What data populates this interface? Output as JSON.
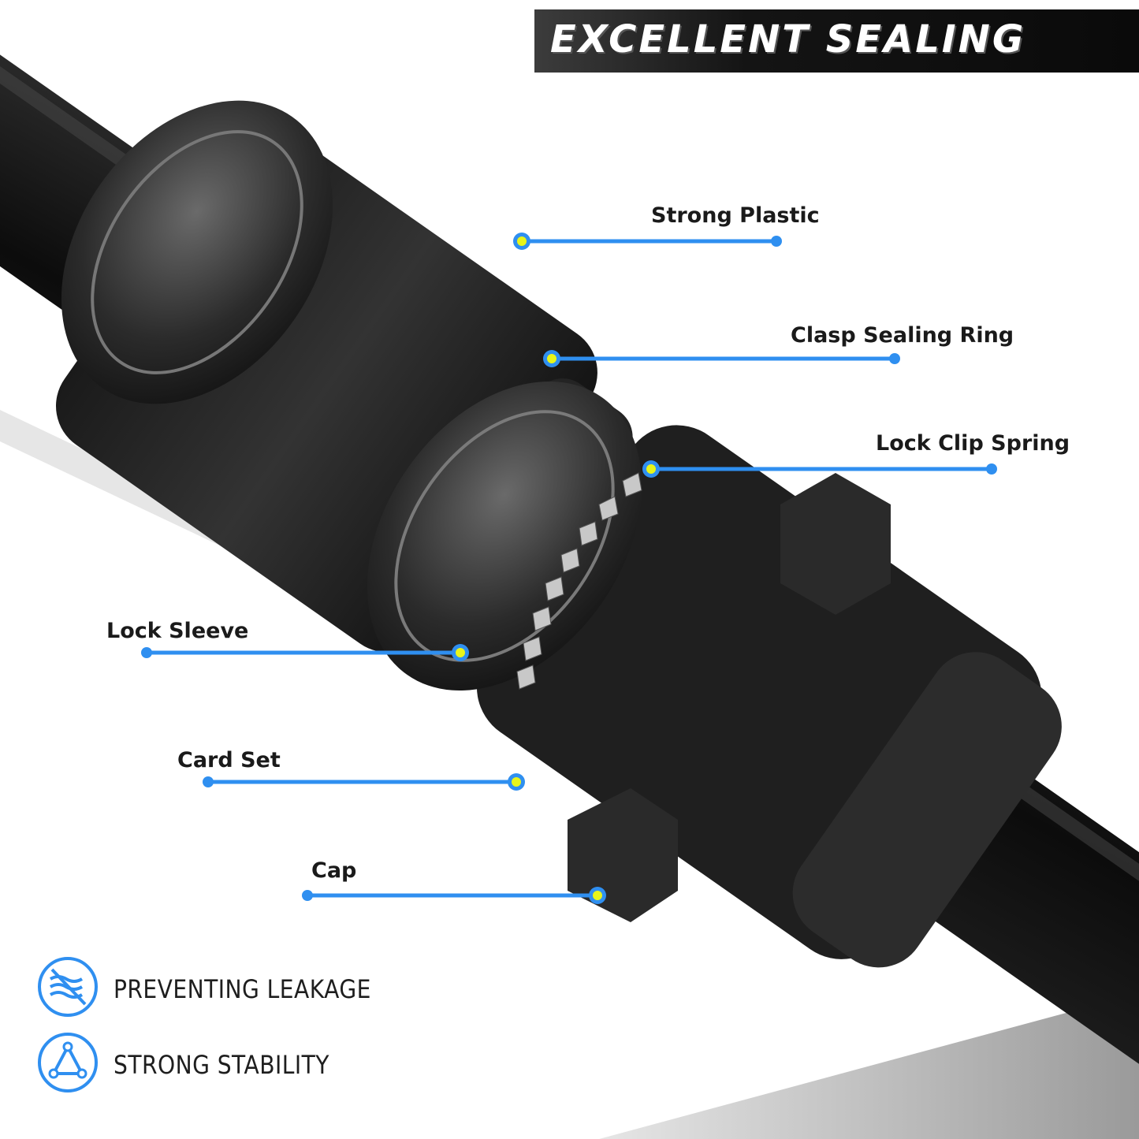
{
  "banner": {
    "title": "EXCELLENT SEALING"
  },
  "callouts": [
    {
      "id": "strong-plastic",
      "label": "Strong Plastic"
    },
    {
      "id": "clasp-sealing-ring",
      "label": "Clasp Sealing Ring"
    },
    {
      "id": "lock-clip-spring",
      "label": "Lock Clip Spring"
    },
    {
      "id": "lock-sleeve",
      "label": "Lock Sleeve"
    },
    {
      "id": "card-set",
      "label": "Card Set"
    },
    {
      "id": "cap",
      "label": "Cap"
    }
  ],
  "features": [
    {
      "icon": "no-leak-icon",
      "label": "PREVENTING LEAKAGE"
    },
    {
      "icon": "triangle-stability-icon",
      "label": "STRONG STABILITY"
    }
  ],
  "colors": {
    "callout_line": "#2f8ff0",
    "callout_dot": "#e8f51a",
    "icon_blue": "#2f8ff0",
    "banner_bg": "#111111"
  }
}
